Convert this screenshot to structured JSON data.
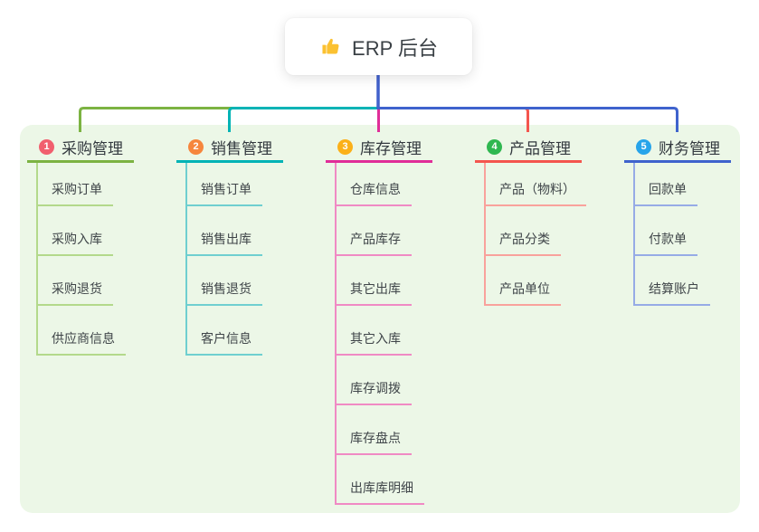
{
  "root": {
    "label": "ERP 后台",
    "icon": "thumbs-up",
    "line_color": "#4161cc"
  },
  "theme": {
    "canvas_bg": "#ffffff",
    "panel_bg": "#ecf7e7",
    "root_text": "#3a4045",
    "thumb_color": "#fbc131"
  },
  "branches": [
    {
      "number": "1",
      "title": "采购管理",
      "color": "#7cb342",
      "light_color": "#b3d98b",
      "badge_color": "#f15f6e",
      "children": [
        "采购订单",
        "采购入库",
        "采购退货",
        "供应商信息"
      ]
    },
    {
      "number": "2",
      "title": "销售管理",
      "color": "#00b3b5",
      "light_color": "#6fcfd0",
      "badge_color": "#f6863d",
      "children": [
        "销售订单",
        "销售出库",
        "销售退货",
        "客户信息"
      ]
    },
    {
      "number": "3",
      "title": "库存管理",
      "color": "#e02d98",
      "light_color": "#f08ac4",
      "badge_color": "#fbb018",
      "children": [
        "仓库信息",
        "产品库存",
        "其它出库",
        "其它入库",
        "库存调拨",
        "库存盘点",
        "出库库明细"
      ]
    },
    {
      "number": "4",
      "title": "产品管理",
      "color": "#f4554e",
      "light_color": "#f9a29c",
      "badge_color": "#2fb750",
      "children": [
        "产品（物料）",
        "产品分类",
        "产品单位"
      ]
    },
    {
      "number": "5",
      "title": "财务管理",
      "color": "#3f63cd",
      "light_color": "#96abe6",
      "badge_color": "#27a4ea",
      "children": [
        "回款单",
        "付款单",
        "结算账户"
      ]
    }
  ]
}
